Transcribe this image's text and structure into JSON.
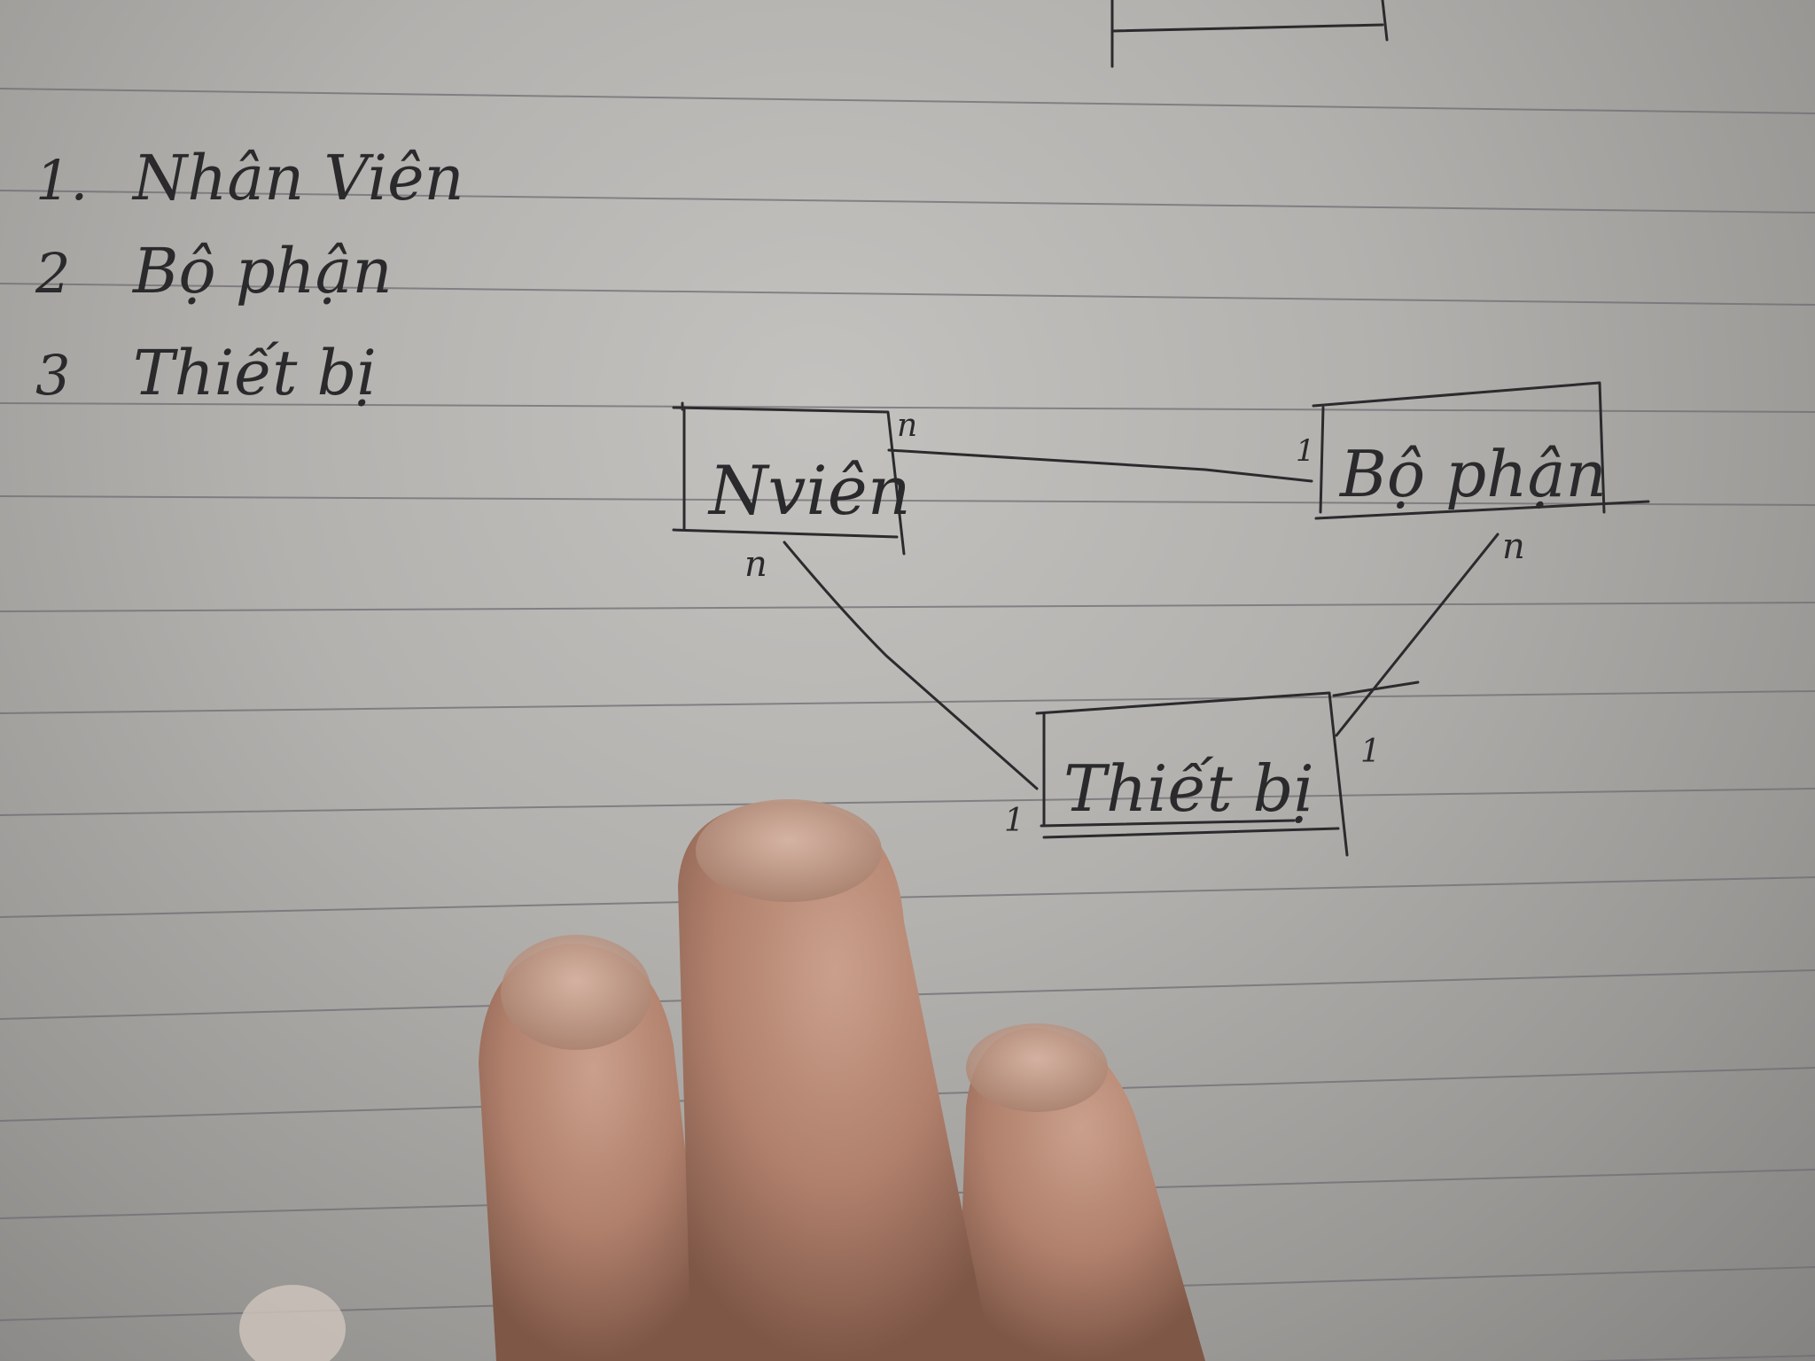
{
  "list": {
    "items": [
      {
        "number": "1.",
        "label": "Nhân Viên"
      },
      {
        "number": "2",
        "label": "Bộ phận"
      },
      {
        "number": "3",
        "label": "Thiết bị"
      }
    ]
  },
  "diagram": {
    "entities": {
      "nhanvien": "Nviên",
      "bophan": "Bộ phận",
      "thietbi": "Thiết bị"
    },
    "relationships": {
      "nhanvien_bophan": {
        "nhanvien_side": "n",
        "bophan_side": "1"
      },
      "nhanvien_thietbi": {
        "nhanvien_side": "n",
        "thietbi_side": "1"
      },
      "bophan_thietbi": {
        "bophan_side": "n",
        "thietbi_side": "1"
      }
    }
  },
  "colors": {
    "paper": "#b8b6b3",
    "rule_line": "#6f6d72",
    "ink": "#2b2b2e",
    "skin": "#c9a290"
  }
}
